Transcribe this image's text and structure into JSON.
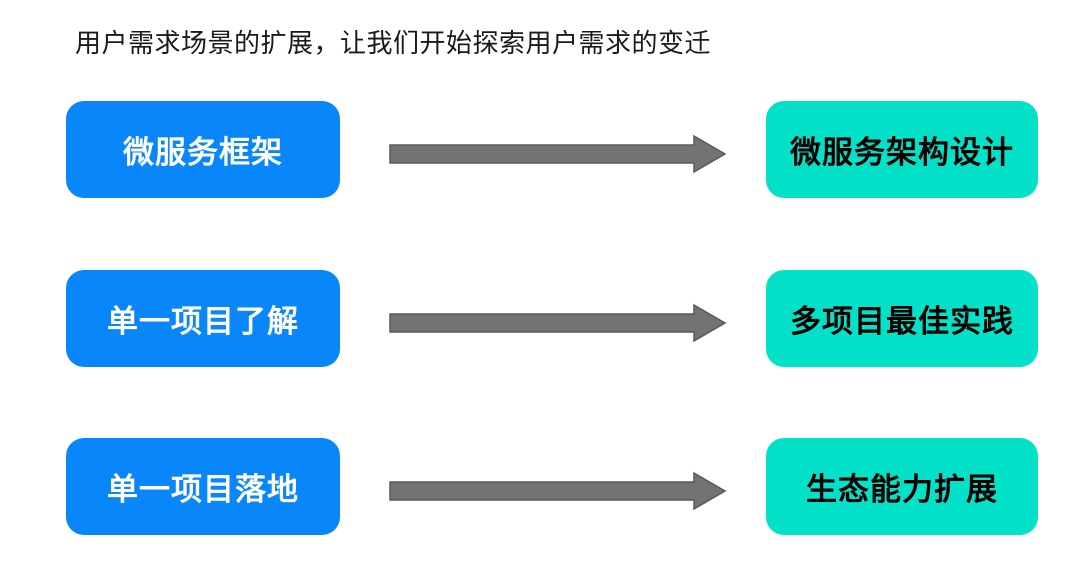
{
  "title": "用户需求场景的扩展，让我们开始探索用户需求的变迁",
  "rows": [
    {
      "source": "微服务框架",
      "target": "微服务架构设计"
    },
    {
      "source": "单一项目了解",
      "target": "多项目最佳实践"
    },
    {
      "source": "单一项目落地",
      "target": "生态能力扩展"
    }
  ],
  "icons": {
    "arrow": "right-block-arrow"
  },
  "colors": {
    "source_box": "#0a86fb",
    "target_box": "#04e1c9",
    "arrow_fill": "#737373",
    "arrow_stroke": "#5a5a5a",
    "source_text": "#ffffff",
    "target_text": "#000000",
    "title_text": "#1a1a1a",
    "background": "#ffffff"
  }
}
